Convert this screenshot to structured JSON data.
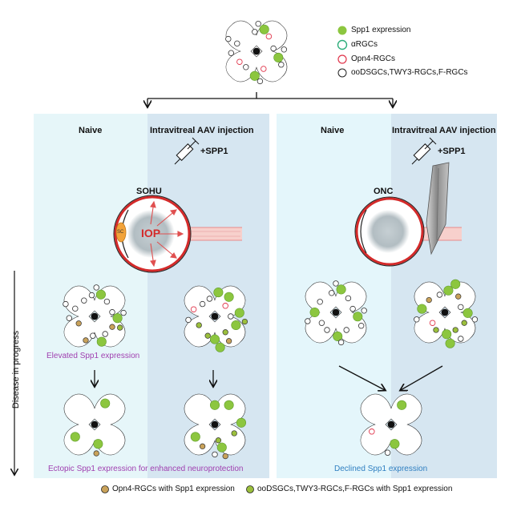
{
  "legend": {
    "spp1": "Spp1 expression",
    "alpha": "αRGCs",
    "opn4": "Opn4-RGCs",
    "other": "ooDSGCs,TWY3-RGCs,F-RGCs"
  },
  "left_panel": {
    "naive": "Naive",
    "injection": "Intravitreal AAV injection",
    "spp1_label": "+SPP1",
    "model": "SOHU",
    "sc": "SC",
    "iop": "IOP",
    "elevated": "Elevated Spp1 expression",
    "ectopic": "Ectopic Spp1 expression for enhanced neuroprotection"
  },
  "right_panel": {
    "naive": "Naive",
    "injection": "Intravitreal AAV injection",
    "spp1_label": "+SPP1",
    "model": "ONC",
    "declined": "Declined Spp1 expression"
  },
  "axis": {
    "progress": "Disease in progress"
  },
  "bottom_legend": {
    "opn4_spp1": "Opn4-RGCs with Spp1 expression",
    "other_spp1": "ooDSGCs,TWY3-RGCs,F-RGCs with Spp1 expression"
  },
  "colors": {
    "spp1_green": "#8cc63f",
    "alpha_ring": "#2fae7c",
    "opn4_ring": "#e0344a",
    "left_bg": "#e6f6f9",
    "injection_bg": "#d6e6f1",
    "right_bg": "#e4f6fb",
    "elevated_text": "#a040b0",
    "declined_text": "#2f7fc1",
    "opn4_spp1_fill": "#c9a25a",
    "other_spp1_fill": "#9bbf3c"
  }
}
